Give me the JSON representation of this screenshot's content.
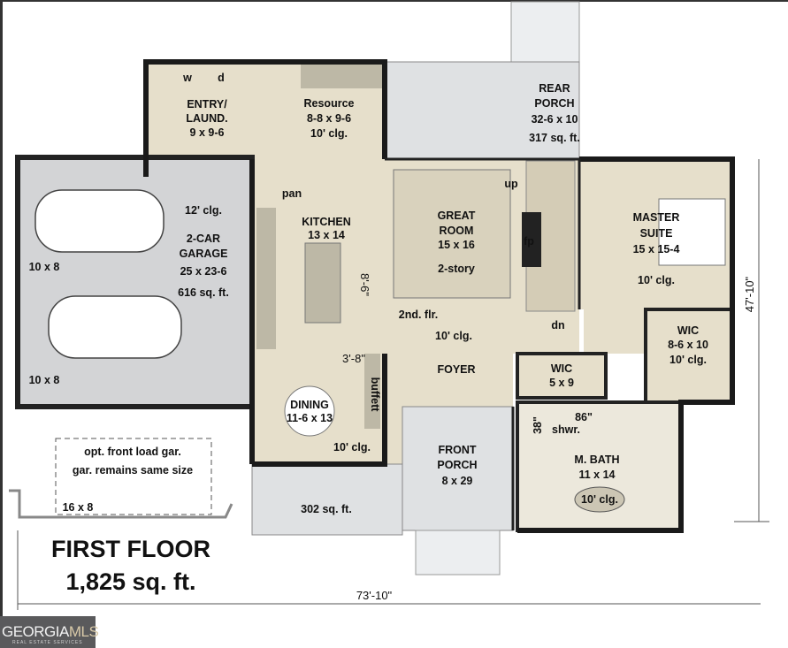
{
  "title": {
    "line1": "FIRST FLOOR",
    "line2": "1,825 sq. ft."
  },
  "dimensions": {
    "width": "73'-10\"",
    "depth": "47'-10\""
  },
  "rooms": {
    "entry": [
      "ENTRY/",
      "LAUND.",
      "9 x 9-6"
    ],
    "washer": "w",
    "dryer": "d",
    "resource": [
      "Resource",
      "8-8 x 9-6",
      "10' clg."
    ],
    "rear_porch": [
      "REAR",
      "PORCH",
      "32-6 x 10",
      "317 sq. ft."
    ],
    "garage": [
      "12' clg.",
      "2-CAR",
      "GARAGE",
      "25 x 23-6",
      "616 sq. ft."
    ],
    "garage_bays": [
      "10 x 8",
      "10 x 8"
    ],
    "pantry": "pan",
    "kitchen": [
      "KITCHEN",
      "13 x 14"
    ],
    "island_dims": [
      "8'-6\"",
      "3'-8\""
    ],
    "great_room": [
      "GREAT",
      "ROOM",
      "15 x 16",
      "2-story"
    ],
    "fireplace": "fp",
    "stairs": [
      "up",
      "dn"
    ],
    "second_floor": [
      "2nd. flr.",
      "10' clg."
    ],
    "master": [
      "MASTER",
      "SUITE",
      "15 x 15-4",
      "10' clg."
    ],
    "wic_large": [
      "WIC",
      "8-6 x 10",
      "10' clg."
    ],
    "wic_small": [
      "WIC",
      "5 x 9"
    ],
    "foyer": "FOYER",
    "buffet": "buffett",
    "dining": [
      "DINING",
      "11-6 x 13",
      "10' clg."
    ],
    "front_porch": [
      "FRONT",
      "PORCH",
      "8 x 29"
    ],
    "side_porch": "302 sq. ft.",
    "shower": [
      "86\"",
      "38\"",
      "shwr."
    ],
    "master_bath": [
      "M. BATH",
      "11 x 14",
      "10' clg."
    ],
    "opt_garage": [
      "opt. front load gar.",
      "gar. remains same size",
      "16 x 8"
    ]
  },
  "colors": {
    "wall": "#1a1a1a",
    "floor_beige": "#e6dfcb",
    "porch_grey": "#dfe1e3",
    "garage_grey": "#d3d4d6",
    "cabinet": "#bdb8a6"
  },
  "logo": {
    "text_a": "GEORGIA",
    "text_b": "MLS",
    "sub": "REAL ESTATE SERVICES"
  }
}
